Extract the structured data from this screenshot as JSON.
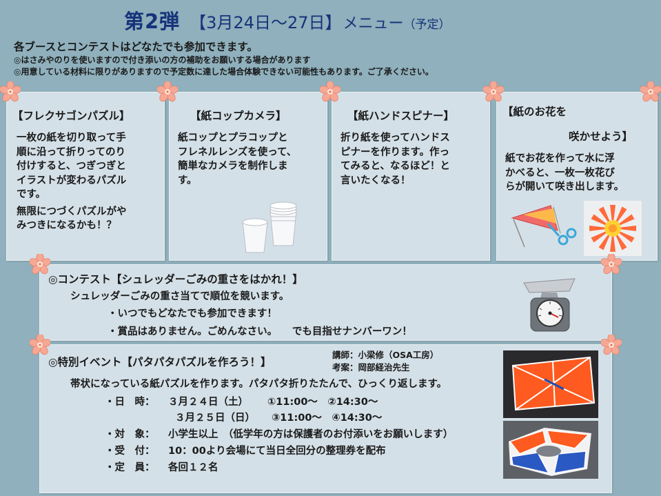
{
  "header": {
    "title_main": "第2弾",
    "title_date": "【3月24日～27日】",
    "title_menu": "メニュー",
    "title_note": "（予定）",
    "intro": "各ブースとコンテストはどなたでも参加できます。",
    "notes": [
      "◎はさみやのりを使いますので付き添いの方の補助をお願いする場合があります",
      "◎用意している材料に限りがありますので予定数に達した場合体験できない可能性もあります。ご了承ください。"
    ]
  },
  "booths": [
    {
      "title": "【フレクサゴンパズル】",
      "lines": [
        "一枚の紙を切り取って手",
        "順に沿って折りってのり",
        "付けすると、つぎつぎと",
        "イラストが変わるパズル",
        "です。"
      ],
      "lines2": [
        "無限につづくパズルがや",
        "みつきになるかも！？"
      ]
    },
    {
      "title": "【紙コップカメラ】",
      "lines": [
        "紙コップとプラコップと",
        "フレネルレンズを使って、",
        "簡単なカメラを制作しま",
        "す。"
      ]
    },
    {
      "title": "【紙ハンドスピナー】",
      "lines": [
        "折り紙を使ってハンドス",
        "ピナーを作ります。作っ",
        "てみると、なるほど！と",
        "言いたくなる！"
      ]
    },
    {
      "title_1": "【紙のお花を",
      "title_2": "咲かせよう】",
      "lines": [
        "紙でお花を作って水に浮",
        "かべると、一枚一枚花び",
        "らが開いて咲き出します。"
      ]
    }
  ],
  "contest": {
    "title": "◎コンテスト【シュレッダーごみの重さをはかれ！】",
    "desc": "シュレッダーごみの重さ当てで順位を競います。",
    "bullet1": "・いつでもどなたでも参加できます！",
    "bullet2": "・賞品はありません。ごめんなさい。　　でも目指せナンバーワン！"
  },
  "event": {
    "title": "◎特別イベント【パタパタパズルを作ろう！】",
    "lecturer": "講師：小梁修（OSA工房）",
    "designer": "考案：岡部経治先生",
    "desc": "帯状になっている紙パズルを作ります。パタパタ折りたたんで、ひっくり返します。",
    "date_label": "・日　時：",
    "date_1": "３月２４日（土）",
    "times_1": "①11:00～　②14:30～",
    "date_2": "３月２５日（日）",
    "times_2": "③11:00～　④14:30～",
    "target_label": "・対　象：",
    "target": "小学生以上　（低学年の方は保護者のお付添いをお願いします）",
    "reception_label": "・受　付：",
    "reception": "10：00より会場にて当日全回分の整理券を配布",
    "capacity_label": "・定　員：",
    "capacity": "各回１２名"
  },
  "colors": {
    "background": "#8fb0bc",
    "panel": "#d4e0e7",
    "title": "#16337a",
    "flower": "#f2a08d"
  },
  "icons": [
    "sakura-flower-icon",
    "paper-cups-icon",
    "paper-fan-scissors-icon",
    "paper-flower-icon",
    "kitchen-scale-icon",
    "patapata-puzzle-photo"
  ]
}
